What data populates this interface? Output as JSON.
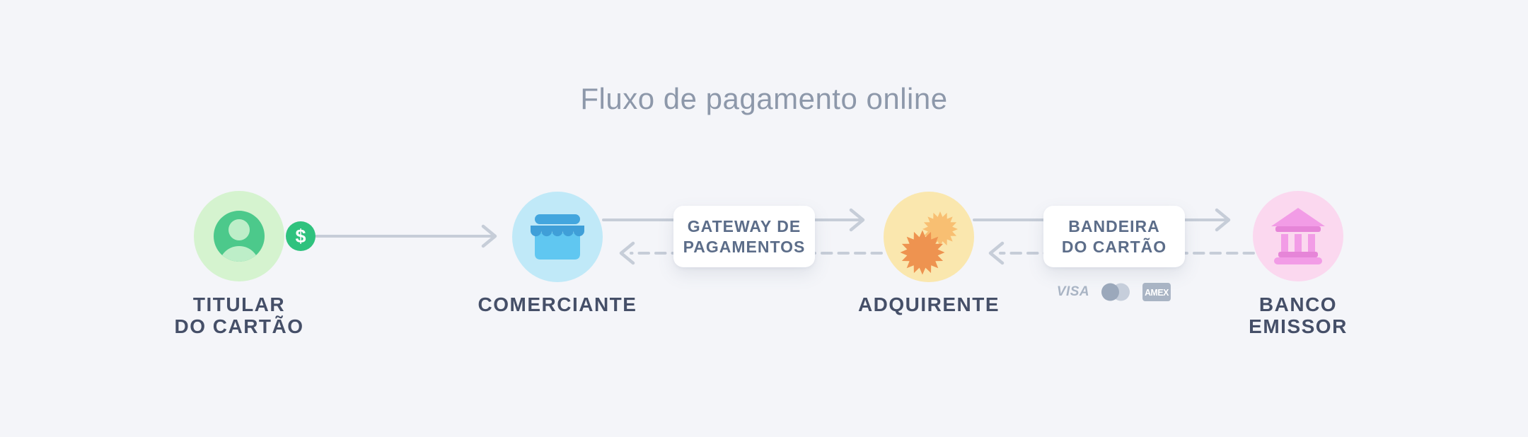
{
  "title": "Fluxo de pagamento online",
  "nodes": [
    {
      "id": "titular",
      "line1": "TITULAR",
      "line2": "DO CARTÃO",
      "icon": "person-icon",
      "badge": "$"
    },
    {
      "id": "comerciante",
      "line1": "COMERCIANTE",
      "line2": "",
      "icon": "storefront-icon"
    },
    {
      "id": "adquirente",
      "line1": "ADQUIRENTE",
      "line2": "",
      "icon": "gears-icon"
    },
    {
      "id": "banco-emissor",
      "line1": "BANCO",
      "line2": "EMISSOR",
      "icon": "bank-icon"
    }
  ],
  "connector_boxes": [
    {
      "id": "gateway",
      "line1": "GATEWAY DE",
      "line2": "PAGAMENTOS"
    },
    {
      "id": "bandeira",
      "line1": "BANDEIRA",
      "line2": "DO CARTÃO"
    }
  ],
  "card_brands": {
    "visa": "VISA",
    "mastercard": "mastercard-icon",
    "amex": "AMEX"
  },
  "connectors": [
    {
      "from": "titular",
      "to": "comerciante",
      "style": "solid",
      "direction": "right"
    },
    {
      "from": "comerciante",
      "to": "adquirente",
      "via": "gateway",
      "style": "solid",
      "direction": "right"
    },
    {
      "from": "adquirente",
      "to": "comerciante",
      "via": "gateway",
      "style": "dashed",
      "direction": "left"
    },
    {
      "from": "adquirente",
      "to": "banco-emissor",
      "via": "bandeira",
      "style": "solid",
      "direction": "right"
    },
    {
      "from": "banco-emissor",
      "to": "adquirente",
      "via": "bandeira",
      "style": "dashed",
      "direction": "left"
    }
  ],
  "palette": {
    "background": "#f4f5f9",
    "title_text": "#8d98aa",
    "node_label_text": "#454f68",
    "box_text": "#5c6d89",
    "connector_gray": "#c6cdd8",
    "brand_gray": "#a9b4c4",
    "green_circle": "#d5f3cf",
    "green_avatar": "#4cc98b",
    "green_avatar_figure": "#bdeec8",
    "green_badge": "#2fc27e",
    "blue_circle": "#c0e9f8",
    "blue_awning": "#43a6de",
    "blue_store": "#60c7f1",
    "yellow_circle": "#fae7ae",
    "orange_gear_back": "#f8bf72",
    "orange_gear_front": "#ee9350",
    "pink_circle": "#fbd8ef",
    "pink_bank": "#f29ce6",
    "pink_bank_dark": "#e685d8",
    "box_background": "#ffffff"
  }
}
